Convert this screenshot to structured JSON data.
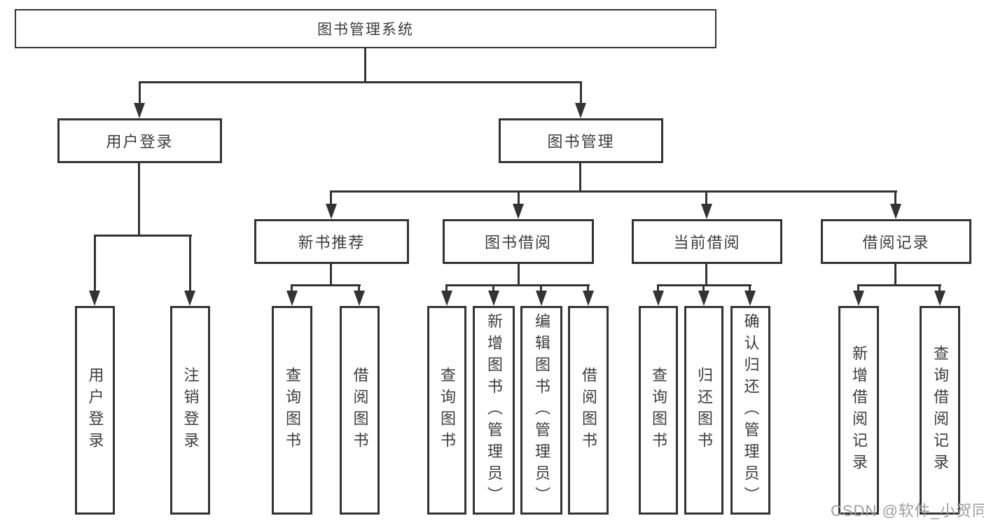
{
  "colors": {
    "line": "#333333",
    "text": "#3c3c3c",
    "background": "#ffffff",
    "watermark": "#9e9e9e"
  },
  "watermark": {
    "text": "CSDN @软件_小贺同学"
  },
  "diagram": {
    "type": "hierarchy-tree",
    "root": {
      "label": "图书管理系统",
      "children": [
        {
          "label": "用户登录",
          "children": [
            {
              "label": "用户登录"
            },
            {
              "label": "注销登录"
            }
          ]
        },
        {
          "label": "图书管理",
          "children": [
            {
              "label": "新书推荐",
              "children": [
                {
                  "label": "查询图书"
                },
                {
                  "label": "借阅图书"
                }
              ]
            },
            {
              "label": "图书借阅",
              "children": [
                {
                  "label": "查询图书"
                },
                {
                  "label": "新增图书（管理员）"
                },
                {
                  "label": "编辑图书（管理员）"
                },
                {
                  "label": "借阅图书"
                }
              ]
            },
            {
              "label": "当前借阅",
              "children": [
                {
                  "label": "查询图书"
                },
                {
                  "label": "归还图书"
                },
                {
                  "label": "确认归还（管理员）"
                }
              ]
            },
            {
              "label": "借阅记录",
              "children": [
                {
                  "label": "新增借阅记录"
                },
                {
                  "label": "查询借阅记录"
                }
              ]
            }
          ]
        }
      ]
    }
  }
}
